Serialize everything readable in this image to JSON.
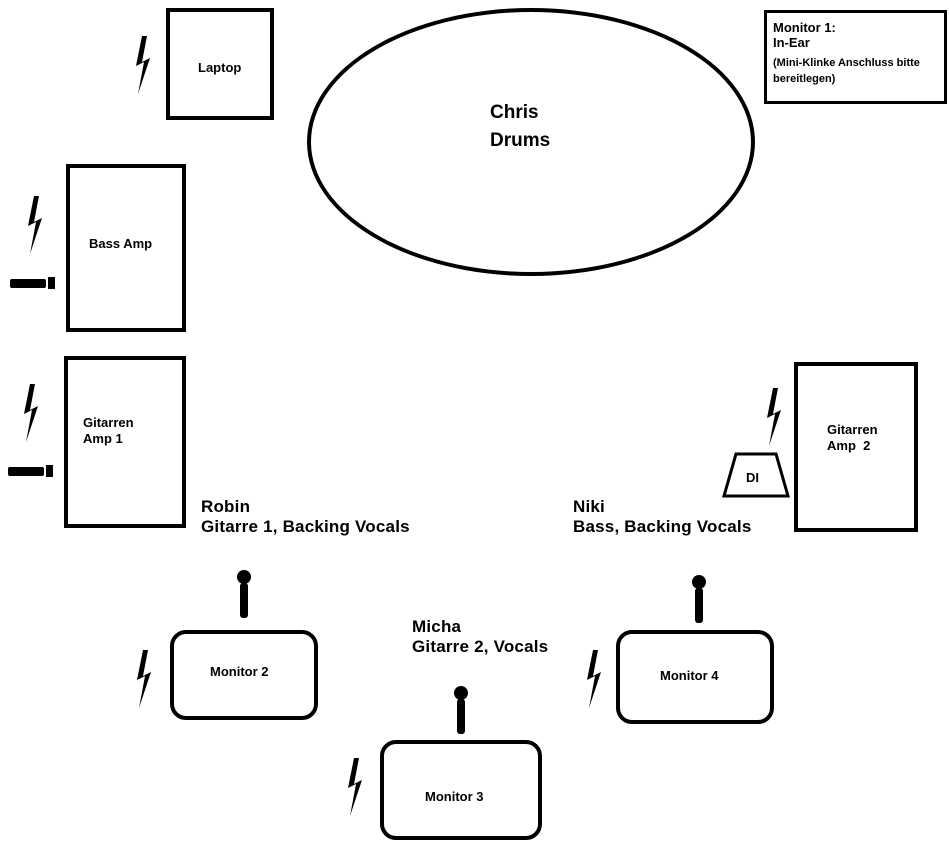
{
  "drums": {
    "name": "Chris",
    "instrument": "Drums"
  },
  "laptop": {
    "label": "Laptop"
  },
  "bass_amp": {
    "label": "Bass Amp"
  },
  "guitar_amp_1": {
    "line1": "Gitarren",
    "line2": "Amp 1"
  },
  "guitar_amp_2": {
    "line1": "Gitarren",
    "line2": "Amp  2"
  },
  "di_box": {
    "label": "DI"
  },
  "monitor_1_note": {
    "title": "Monitor 1:",
    "subtitle": "In-Ear",
    "detail": "(Mini-Klinke Anschluss bitte bereitlegen)"
  },
  "musicians": {
    "robin": {
      "name": "Robin",
      "role": "Gitarre 1, Backing Vocals"
    },
    "niki": {
      "name": "Niki",
      "role": "Bass, Backing Vocals"
    },
    "micha": {
      "name": "Micha",
      "role": "Gitarre 2, Vocals"
    }
  },
  "monitors": {
    "m2": "Monitor 2",
    "m3": "Monitor 3",
    "m4": "Monitor 4"
  },
  "icons": {
    "power": "lightning-bolt",
    "microphone": "microphone",
    "cable": "instrument-cable"
  }
}
